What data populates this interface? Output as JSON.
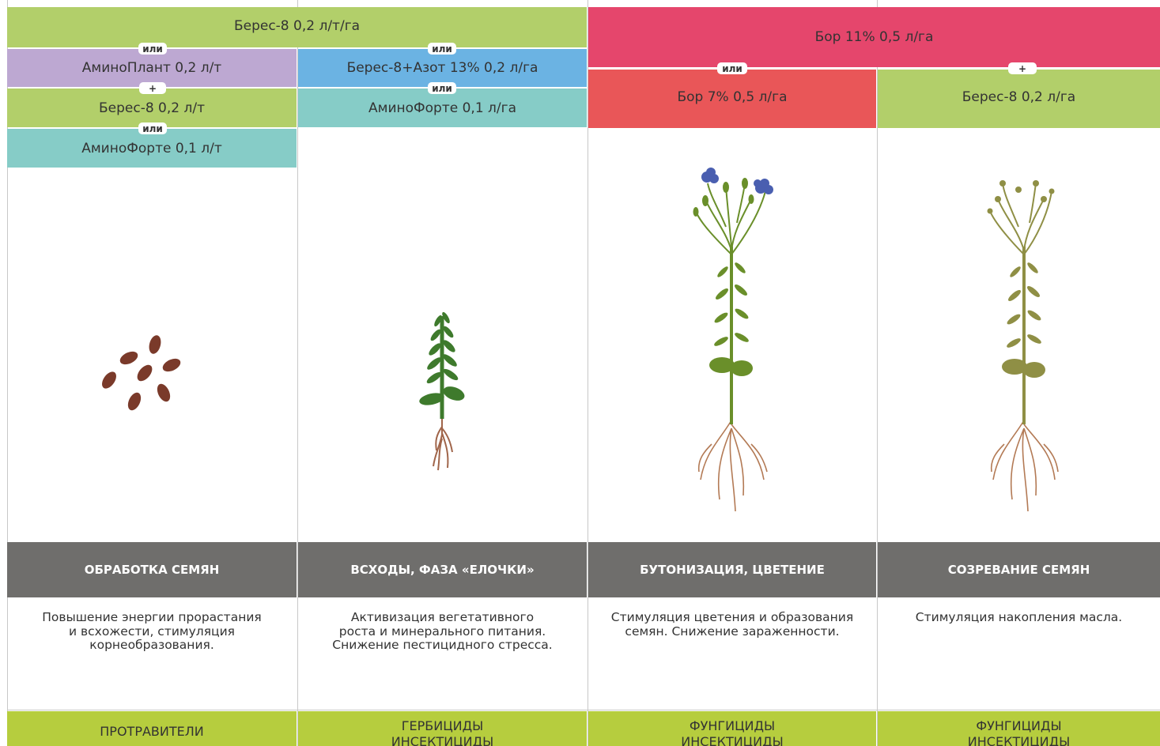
{
  "colors": {
    "green": "#b2cf6a",
    "lavender": "#bda8d2",
    "blue": "#6bb3e3",
    "teal": "#86ccc7",
    "crimson": "#e5466c",
    "red": "#e95658",
    "stage_gray": "#6f6e6c",
    "class_green": "#b6cd3e"
  },
  "top": {
    "col1_2": {
      "header": "Берес-8 0,2 л/т/га",
      "connector": "или"
    },
    "col1": {
      "items": [
        "АминоПлант 0,2 л/т",
        "Берес-8 0,2 л/т",
        "АминоФорте 0,1 л/т"
      ],
      "connectors": [
        "+",
        "или"
      ]
    },
    "col2": {
      "items": [
        "Берес-8+Азот 13% 0,2 л/га",
        "АминоФорте 0,1 л/га"
      ],
      "connectors": [
        "или"
      ]
    },
    "col3_4": {
      "header": "Бор 11% 0,5 л/га"
    },
    "col3": {
      "item": "Бор 7% 0,5 л/га",
      "connector": "или"
    },
    "col4": {
      "item": "Берес-8 0,2 л/га",
      "connector": "+"
    }
  },
  "stages": [
    {
      "title": "ОБРАБОТКА СЕМЯН",
      "description": "Повышение энергии прорастания\nи всхожести, стимуляция\nкорнеобразования.",
      "class": "ПРОТРАВИТЕЛИ",
      "illustration": "seeds-icon"
    },
    {
      "title": "ВСХОДЫ, ФАЗА «ЕЛОЧКИ»",
      "description": "Активизация вегетативного\nроста и минерального питания.\nСнижение пестицидного стресса.",
      "class": "ГЕРБИЦИДЫ\nИНСЕКТИЦИДЫ",
      "illustration": "seedling-icon"
    },
    {
      "title": "БУТОНИЗАЦИЯ, ЦВЕТЕНИЕ",
      "description": "Стимуляция цветения и образования\nсемян. Снижение зараженности.",
      "class": "ФУНГИЦИДЫ\nИНСЕКТИЦИДЫ",
      "illustration": "flowering-flax-icon"
    },
    {
      "title": "СОЗРЕВАНИЕ СЕМЯН",
      "description": "Стимуляция накопления масла.",
      "class": "ФУНГИЦИДЫ\nИНСЕКТИЦИДЫ",
      "illustration": "ripening-flax-icon"
    }
  ]
}
